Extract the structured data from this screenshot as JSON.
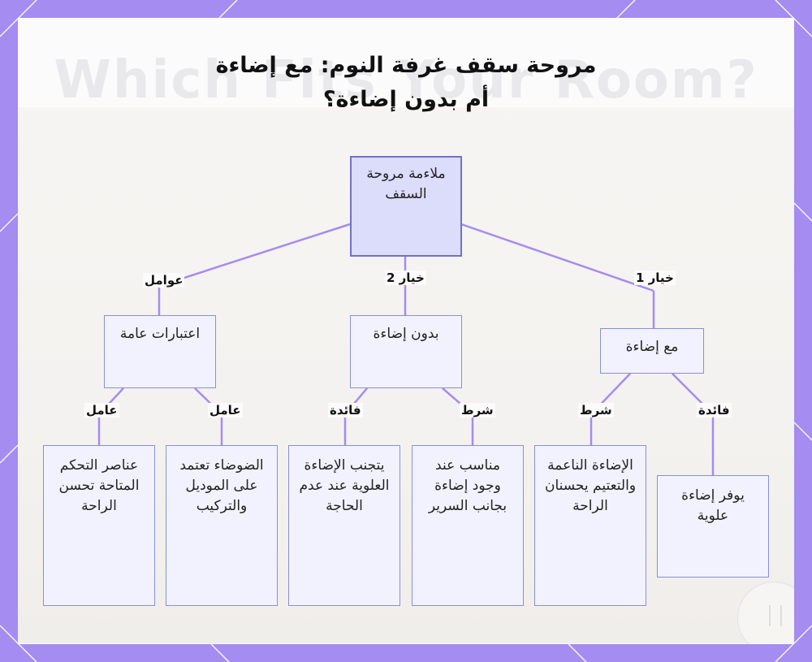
{
  "title": {
    "line1": "مروحة سقف غرفة النوم: مع إضاءة",
    "line2": "أم بدون إضاءة؟"
  },
  "background_text": "Which Fits Your Room?",
  "nodes": {
    "root": "ملاءمة مروحة السقف",
    "option1": "مع إضاءة",
    "option2": "بدون إضاءة",
    "general": "اعتبارات عامة",
    "option1_benefit": "يوفر إضاءة علوية",
    "option1_condition": "الإضاءة الناعمة والتعتيم يحسنان الراحة",
    "option2_condition": "مناسب عند وجود إضاءة بجانب السرير",
    "option2_benefit": "يتجنب الإضاءة العلوية عند عدم الحاجة",
    "general_factor1": "الضوضاء تعتمد على الموديل والتركيب",
    "general_factor2": "عناصر التحكم المتاحة تحسن الراحة"
  },
  "edge_labels": {
    "option1": "خيار 1",
    "option2": "خيار 2",
    "factors": "عوامل",
    "option1_benefit": "فائدة",
    "option1_condition": "شرط",
    "option2_condition": "شرط",
    "option2_benefit": "فائدة",
    "general_factor1": "عامل",
    "general_factor2": "عامل"
  },
  "colors": {
    "frame": "#a48cf0",
    "edge": "#a48cf0",
    "node_fill": "#f1f2fd",
    "root_fill": "#dcdcfb",
    "node_border": "#8a8fd6"
  }
}
